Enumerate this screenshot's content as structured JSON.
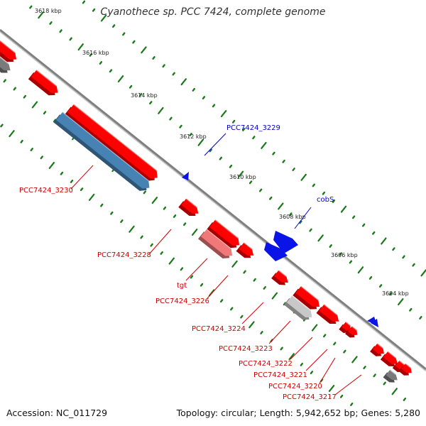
{
  "title": "Cyanothece sp. PCC 7424, complete genome",
  "footer": {
    "accession": "Accession: NC_011729",
    "topology": "Topology: circular; Length: 5,942,652 bp; Genes: 5,280"
  },
  "colors": {
    "backbone": "#808080",
    "ticks": "#1a7a1a",
    "gene_forward": "#ff0000",
    "gene_label_red": "#cc0000",
    "gene_label_blue": "#0000cc",
    "gene_blue": "#0a14e6",
    "gene_steelblue": "#4682b4",
    "gene_pink": "#f07878",
    "gene_lightgray": "#c8c8c8",
    "gene_gray": "#7a7a7a"
  },
  "tick_labels": [
    "3618 kbp",
    "3616 kbp",
    "3614 kbp",
    "3612 kbp",
    "3610 kbp",
    "3608 kbp",
    "3606 kbp",
    "3604 kbp"
  ],
  "gene_labels": [
    {
      "id": "PCC7424_3229",
      "label": "PCC7424_3229",
      "color": "blue"
    },
    {
      "id": "cobS",
      "label": "cobS",
      "color": "blue"
    },
    {
      "id": "PCC7424_3230",
      "label": "PCC7424_3230",
      "color": "red"
    },
    {
      "id": "PCC7424_3228",
      "label": "PCC7424_3228",
      "color": "red"
    },
    {
      "id": "tgt",
      "label": "tgt",
      "color": "red"
    },
    {
      "id": "PCC7424_3226",
      "label": "PCC7424_3226",
      "color": "red"
    },
    {
      "id": "PCC7424_3224",
      "label": "PCC7424_3224",
      "color": "red"
    },
    {
      "id": "PCC7424_3223",
      "label": "PCC7424_3223",
      "color": "red"
    },
    {
      "id": "PCC7424_3222",
      "label": "PCC7424_3222",
      "color": "red"
    },
    {
      "id": "PCC7424_3221",
      "label": "PCC7424_3221",
      "color": "red"
    },
    {
      "id": "PCC7424_3220",
      "label": "PCC7424_3220",
      "color": "red"
    },
    {
      "id": "PCC7424_3217",
      "label": "PCC7424_3217",
      "color": "red"
    }
  ]
}
